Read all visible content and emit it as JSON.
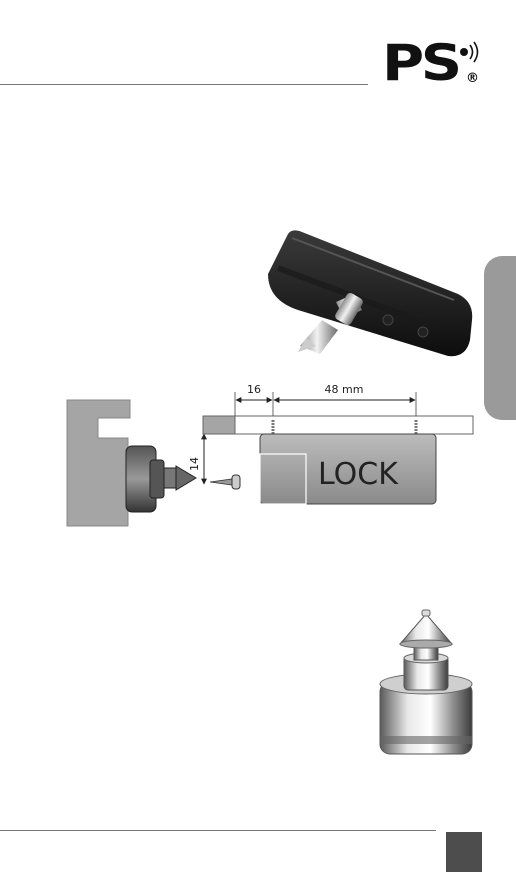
{
  "logo": {
    "text": "PS",
    "registered": "®"
  },
  "diagram": {
    "dim_left": "16",
    "dim_right": "48 mm",
    "dim_vertical": "14",
    "lock_label": "LOCK"
  },
  "colors": {
    "tab": "#9a9a9a",
    "page_box": "#4d4d4d",
    "rule": "#777777"
  }
}
